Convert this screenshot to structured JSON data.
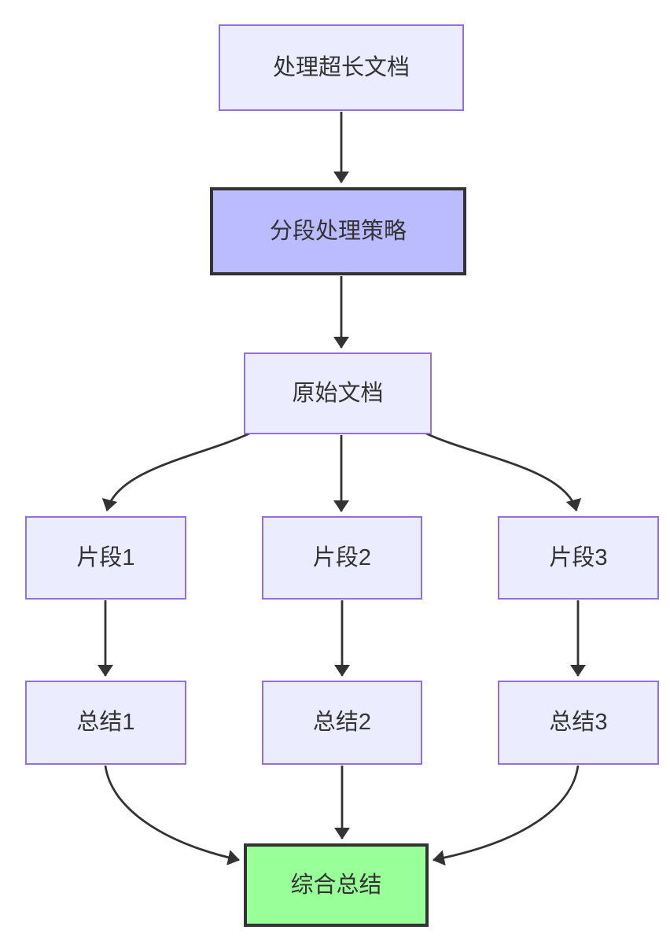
{
  "diagram": {
    "type": "flowchart",
    "direction": "top-down",
    "nodes": [
      {
        "id": "process-long-doc",
        "label": "处理超长文档",
        "style": "default"
      },
      {
        "id": "segment-strategy",
        "label": "分段处理策略",
        "style": "highlight"
      },
      {
        "id": "original-doc",
        "label": "原始文档",
        "style": "default"
      },
      {
        "id": "fragment-1",
        "label": "片段1",
        "style": "default"
      },
      {
        "id": "fragment-2",
        "label": "片段2",
        "style": "default"
      },
      {
        "id": "fragment-3",
        "label": "片段3",
        "style": "default"
      },
      {
        "id": "summary-1",
        "label": "总结1",
        "style": "default"
      },
      {
        "id": "summary-2",
        "label": "总结2",
        "style": "default"
      },
      {
        "id": "summary-3",
        "label": "总结3",
        "style": "default"
      },
      {
        "id": "final-summary",
        "label": "综合总结",
        "style": "success"
      }
    ],
    "edges": [
      {
        "from": "process-long-doc",
        "to": "segment-strategy"
      },
      {
        "from": "segment-strategy",
        "to": "original-doc"
      },
      {
        "from": "original-doc",
        "to": "fragment-1"
      },
      {
        "from": "original-doc",
        "to": "fragment-2"
      },
      {
        "from": "original-doc",
        "to": "fragment-3"
      },
      {
        "from": "fragment-1",
        "to": "summary-1"
      },
      {
        "from": "fragment-2",
        "to": "summary-2"
      },
      {
        "from": "fragment-3",
        "to": "summary-3"
      },
      {
        "from": "summary-1",
        "to": "final-summary"
      },
      {
        "from": "summary-2",
        "to": "final-summary"
      },
      {
        "from": "summary-3",
        "to": "final-summary"
      }
    ],
    "colors": {
      "background": "#ffffff",
      "node_fill": "#ECECFF",
      "node_border": "#9370DB",
      "highlight_fill": "#BBBBFF",
      "highlight_border": "#333333",
      "success_fill": "#99FF99",
      "success_border": "#333333",
      "edge_stroke": "#333333",
      "text": "#333333"
    }
  }
}
